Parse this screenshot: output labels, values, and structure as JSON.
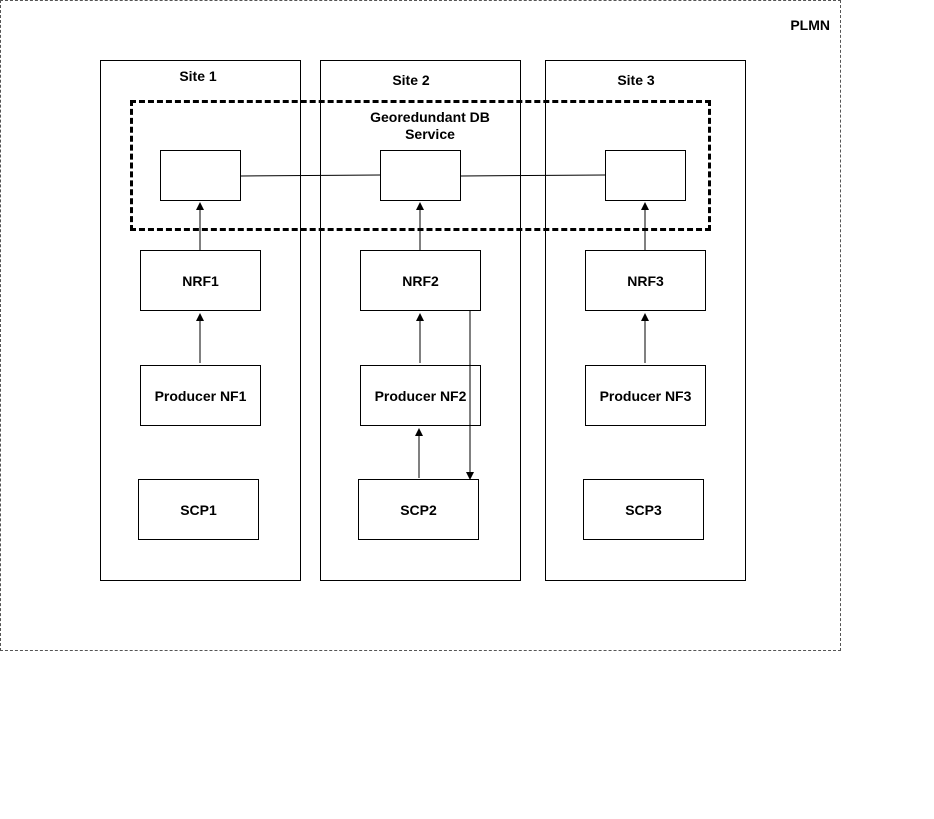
{
  "plmn": {
    "label": "PLMN"
  },
  "sites": [
    {
      "label": "Site 1"
    },
    {
      "label": "Site 2"
    },
    {
      "label": "Site 3"
    }
  ],
  "georedundant": {
    "label_line1": "Georedundant DB",
    "label_line2": "Service"
  },
  "nodes": {
    "nrf1": "NRF1",
    "nrf2": "NRF2",
    "nrf3": "NRF3",
    "producer1": "Producer NF1",
    "producer2": "Producer NF2",
    "producer3": "Producer NF3",
    "scp1": "SCP1",
    "scp2": "SCP2",
    "scp3": "SCP3"
  }
}
